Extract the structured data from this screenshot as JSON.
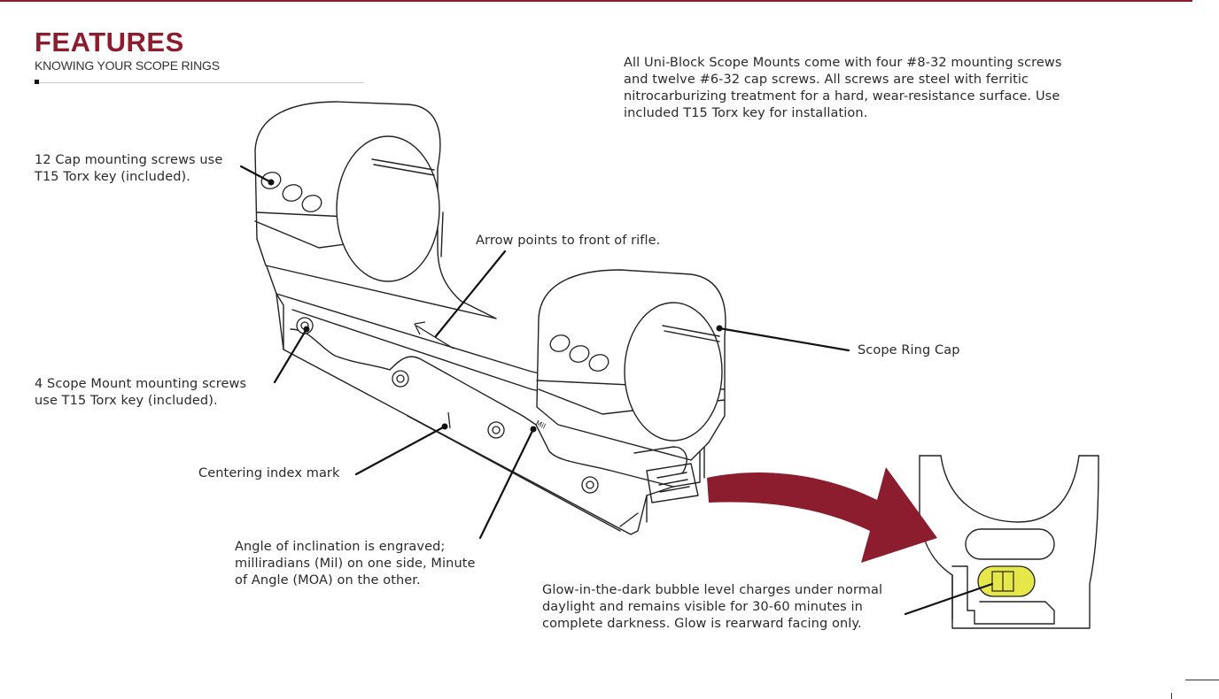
{
  "header": {
    "title": "FEATURES",
    "subtitle": "KNOWING YOUR SCOPE RINGS"
  },
  "intro": "All Uni-Block Scope Mounts come with four #8-32 mounting screws\nand twelve #6-32 cap screws. All screws are steel with ferritic\nnitrocarburizing treatment for a hard, wear-resistance surface. Use\nincluded T15 Torx key for installation.",
  "callouts": {
    "cap_screws": "12 Cap mounting screws use\nT15 Torx key (included).",
    "arrow": "Arrow points to front of rifle.",
    "ring_cap": "Scope Ring Cap",
    "mount_screws": "4 Scope Mount mounting screws\nuse T15 Torx key (included).",
    "centering": "Centering index mark",
    "inclination": "Angle of inclination is engraved;\nmilliradians (Mil) on one side, Minute\nof Angle (MOA) on the other.",
    "bubble": "Glow-in-the-dark bubble level charges under normal\ndaylight and remains visible for 30-60 minutes in\ncomplete darkness. Glow is rearward facing only."
  },
  "colors": {
    "brand": "#8c1d2e",
    "bubble": "#e6e84a",
    "line": "#111111"
  }
}
